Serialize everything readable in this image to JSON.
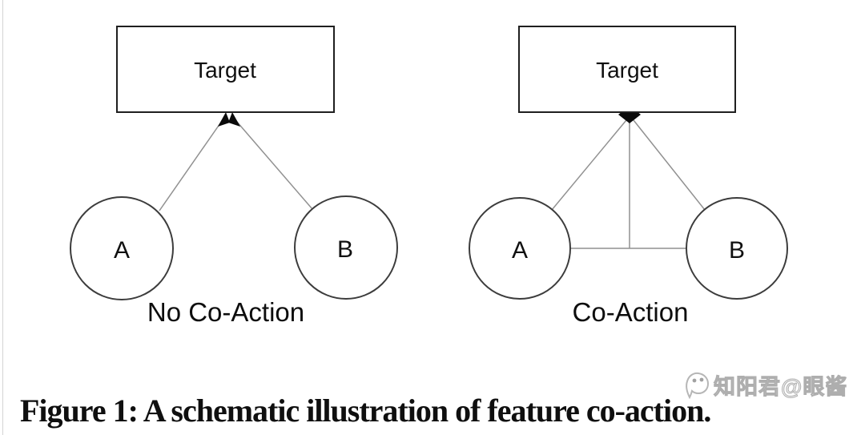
{
  "figure": {
    "caption": "Figure 1: A schematic illustration of feature co-action.",
    "left_diagram": {
      "target_label": "Target",
      "node_a_label": "A",
      "node_b_label": "B",
      "label": "No Co-Action"
    },
    "right_diagram": {
      "target_label": "Target",
      "node_a_label": "A",
      "node_b_label": "B",
      "label": "Co-Action"
    }
  },
  "watermark": {
    "text": "知阳君@眼酱",
    "icon": "ghost-face-icon"
  },
  "colors": {
    "box_stroke": "#1f1f1f",
    "circle_stroke": "#3c3c3c",
    "edge_gray": "#919191",
    "arrow_fill": "#0a0a0a",
    "caption_color": "#0f0f0f",
    "watermark_gray": "#a8a8a8"
  }
}
